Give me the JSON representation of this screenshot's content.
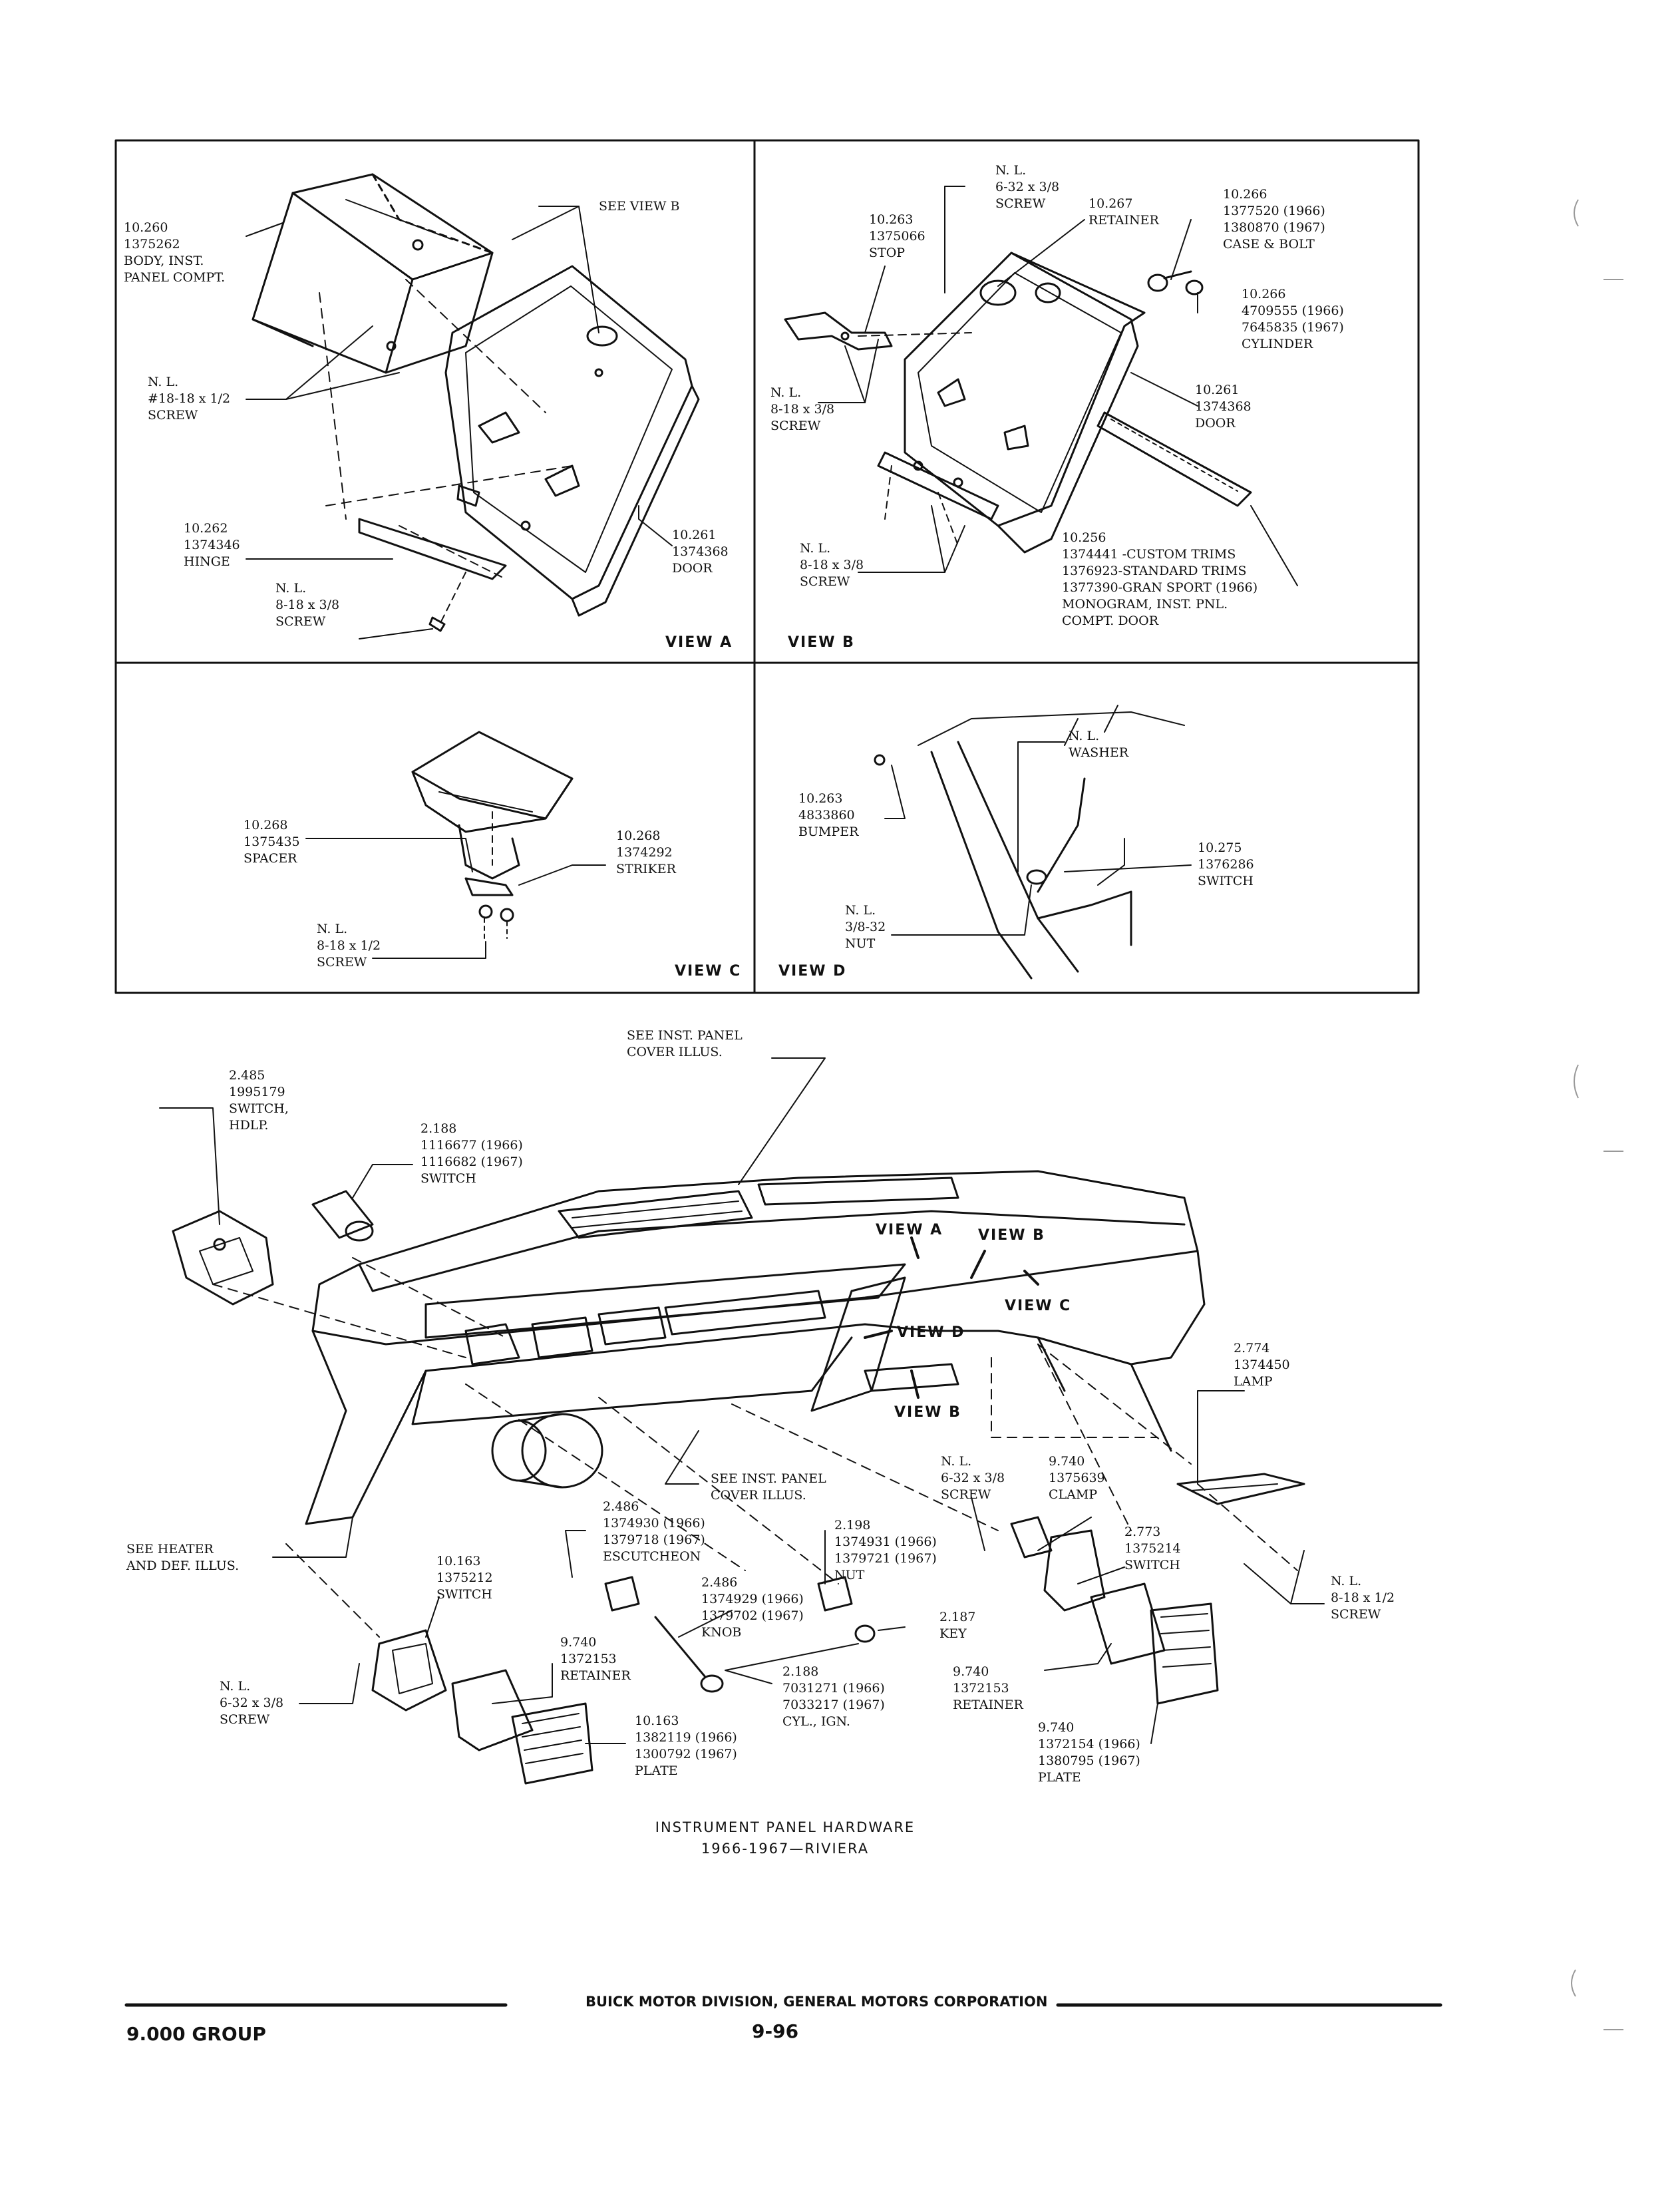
{
  "views": {
    "a": {
      "view_label": "VIEW A",
      "callouts": [
        {
          "lines": [
            "10.260",
            "1375262",
            "BODY, INST.",
            "PANEL COMPT."
          ]
        },
        {
          "lines": [
            "SEE VIEW B"
          ]
        },
        {
          "lines": [
            "N. L.",
            "#18-18 x 1/2",
            "SCREW"
          ]
        },
        {
          "lines": [
            "10.262",
            "1374346",
            "HINGE"
          ]
        },
        {
          "lines": [
            "N. L.",
            "8-18 x 3/8",
            "SCREW"
          ]
        },
        {
          "lines": [
            "10.261",
            "1374368",
            "DOOR"
          ]
        }
      ]
    },
    "b": {
      "view_label": "VIEW B",
      "callouts": [
        {
          "lines": [
            "N. L.",
            "6-32 x 3/8",
            "SCREW"
          ]
        },
        {
          "lines": [
            "10.267",
            "RETAINER"
          ]
        },
        {
          "lines": [
            "10.266",
            "1377520 (1966)",
            "1380870 (1967)",
            "CASE & BOLT"
          ]
        },
        {
          "lines": [
            "10.263",
            "1375066",
            "STOP"
          ]
        },
        {
          "lines": [
            "10.266",
            "4709555 (1966)",
            "7645835 (1967)",
            "CYLINDER"
          ]
        },
        {
          "lines": [
            "N. L.",
            "8-18 x 3/8",
            "SCREW"
          ]
        },
        {
          "lines": [
            "10.261",
            "1374368",
            "DOOR"
          ]
        },
        {
          "lines": [
            "N. L.",
            "8-18 x 3/8",
            "SCREW"
          ]
        },
        {
          "lines": [
            "10.256",
            "1374441 -CUSTOM TRIMS",
            "1376923-STANDARD TRIMS",
            "1377390-GRAN SPORT (1966)",
            "MONOGRAM, INST. PNL.",
            "COMPT. DOOR"
          ]
        }
      ]
    },
    "c": {
      "view_label": "VIEW C",
      "callouts": [
        {
          "lines": [
            "10.268",
            "1375435",
            "SPACER"
          ]
        },
        {
          "lines": [
            "10.268",
            "1374292",
            "STRIKER"
          ]
        },
        {
          "lines": [
            "N. L.",
            "8-18 x 1/2",
            "SCREW"
          ]
        }
      ]
    },
    "d": {
      "view_label": "VIEW D",
      "callouts": [
        {
          "lines": [
            "N. L.",
            "WASHER"
          ]
        },
        {
          "lines": [
            "10.263",
            "4833860",
            "BUMPER"
          ]
        },
        {
          "lines": [
            "10.275",
            "1376286",
            "SWITCH"
          ]
        },
        {
          "lines": [
            "N. L.",
            "3/8-32",
            "NUT"
          ]
        }
      ]
    }
  },
  "main": {
    "callouts": [
      {
        "lines": [
          "SEE INST. PANEL",
          "COVER ILLUS."
        ]
      },
      {
        "lines": [
          "2.485",
          "1995179",
          "SWITCH,",
          "HDLP."
        ]
      },
      {
        "lines": [
          "2.188",
          "1116677 (1966)",
          "1116682 (1967)",
          "SWITCH"
        ]
      },
      {
        "lines": [
          "2.774",
          "1374450",
          "LAMP"
        ]
      },
      {
        "lines": [
          "SEE INST. PANEL",
          "COVER ILLUS."
        ]
      },
      {
        "lines": [
          "N. L.",
          "6-32 x 3/8",
          "SCREW"
        ]
      },
      {
        "lines": [
          "9.740",
          "1375639",
          "CLAMP"
        ]
      },
      {
        "lines": [
          "2.486",
          "1374930 (1966)",
          "1379718 (1967)",
          "ESCUTCHEON"
        ]
      },
      {
        "lines": [
          "2.198",
          "1374931 (1966)",
          "1379721 (1967)",
          "NUT"
        ]
      },
      {
        "lines": [
          "2.773",
          "1375214",
          "SWITCH"
        ]
      },
      {
        "lines": [
          "N. L.",
          "8-18 x 1/2",
          "SCREW"
        ]
      },
      {
        "lines": [
          "SEE HEATER",
          "AND DEF. ILLUS."
        ]
      },
      {
        "lines": [
          "10.163",
          "1375212",
          "SWITCH"
        ]
      },
      {
        "lines": [
          "2.486",
          "1374929 (1966)",
          "1379702 (1967)",
          "KNOB"
        ]
      },
      {
        "lines": [
          "2.187",
          "KEY"
        ]
      },
      {
        "lines": [
          "9.740",
          "1372153",
          "RETAINER"
        ]
      },
      {
        "lines": [
          "2.188",
          "7031271 (1966)",
          "7033217 (1967)",
          "CYL., IGN."
        ]
      },
      {
        "lines": [
          "9.740",
          "1372153",
          "RETAINER"
        ]
      },
      {
        "lines": [
          "N. L.",
          "6-32 x 3/8",
          "SCREW"
        ]
      },
      {
        "lines": [
          "10.163",
          "1382119 (1966)",
          "1300792 (1967)",
          "PLATE"
        ]
      },
      {
        "lines": [
          "9.740",
          "1372154 (1966)",
          "1380795 (1967)",
          "PLATE"
        ]
      }
    ],
    "view_pointers": [
      "VIEW A",
      "VIEW B",
      "VIEW C",
      "VIEW D",
      "VIEW B"
    ]
  },
  "caption": {
    "line1": "INSTRUMENT PANEL HARDWARE",
    "line2": "1966-1967—RIVIERA"
  },
  "footer": {
    "group": "9.000 GROUP",
    "publisher": "BUICK MOTOR DIVISION, GENERAL MOTORS CORPORATION",
    "page": "9-96"
  }
}
